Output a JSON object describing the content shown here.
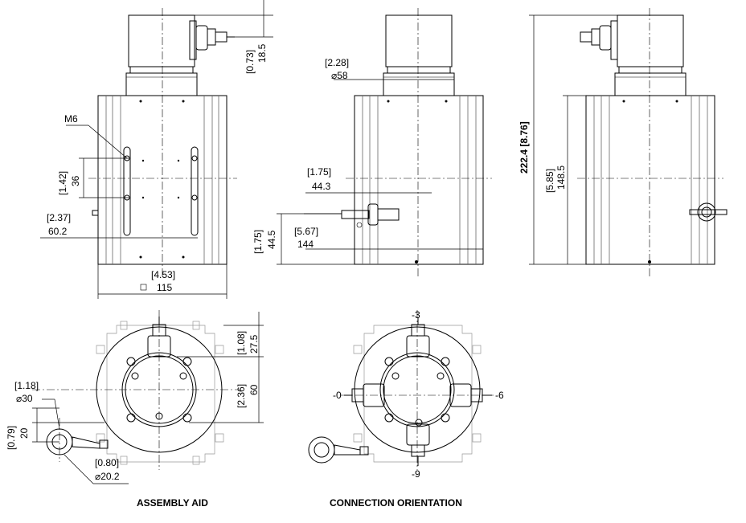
{
  "labels": {
    "thread": "M6",
    "top_connector_in": "[0.73]",
    "top_connector_mm": "18.5",
    "hole_spacing_in": "[1.42]",
    "hole_spacing_mm": "36",
    "hole_offset_in": "[2.37]",
    "hole_offset_mm": "60.2",
    "square_in": "[4.53]",
    "square_mm": "115",
    "neck_in": "[2.28]",
    "neck_mm": "⌀58",
    "connector_depth_in": "[1.75]",
    "connector_depth_mm": "44.3",
    "connector_height_in": "[1.75]",
    "connector_height_mm": "44.5",
    "body_width_in": "[5.67]",
    "body_width_mm": "144",
    "total_height": "222.4 [8.76]",
    "body_height_in": "[5.85]",
    "body_height_mm": "148.5",
    "plan_top_in": "[1.08]",
    "plan_top_mm": "27.5",
    "plan_mid_in": "[2.36]",
    "plan_mid_mm": "60",
    "ring_dia_in": "[1.18]",
    "ring_dia_mm": "⌀30",
    "ring_off_in": "[0.79]",
    "ring_off_mm": "20",
    "pin_dia_in": "[0.80]",
    "pin_dia_mm": "⌀20.2",
    "orient_top": "-3",
    "orient_left": "-0",
    "orient_right": "-6",
    "orient_bottom": "-9"
  },
  "captions": {
    "left": "ASSEMBLY AID",
    "right": "CONNECTION ORIENTATION"
  }
}
